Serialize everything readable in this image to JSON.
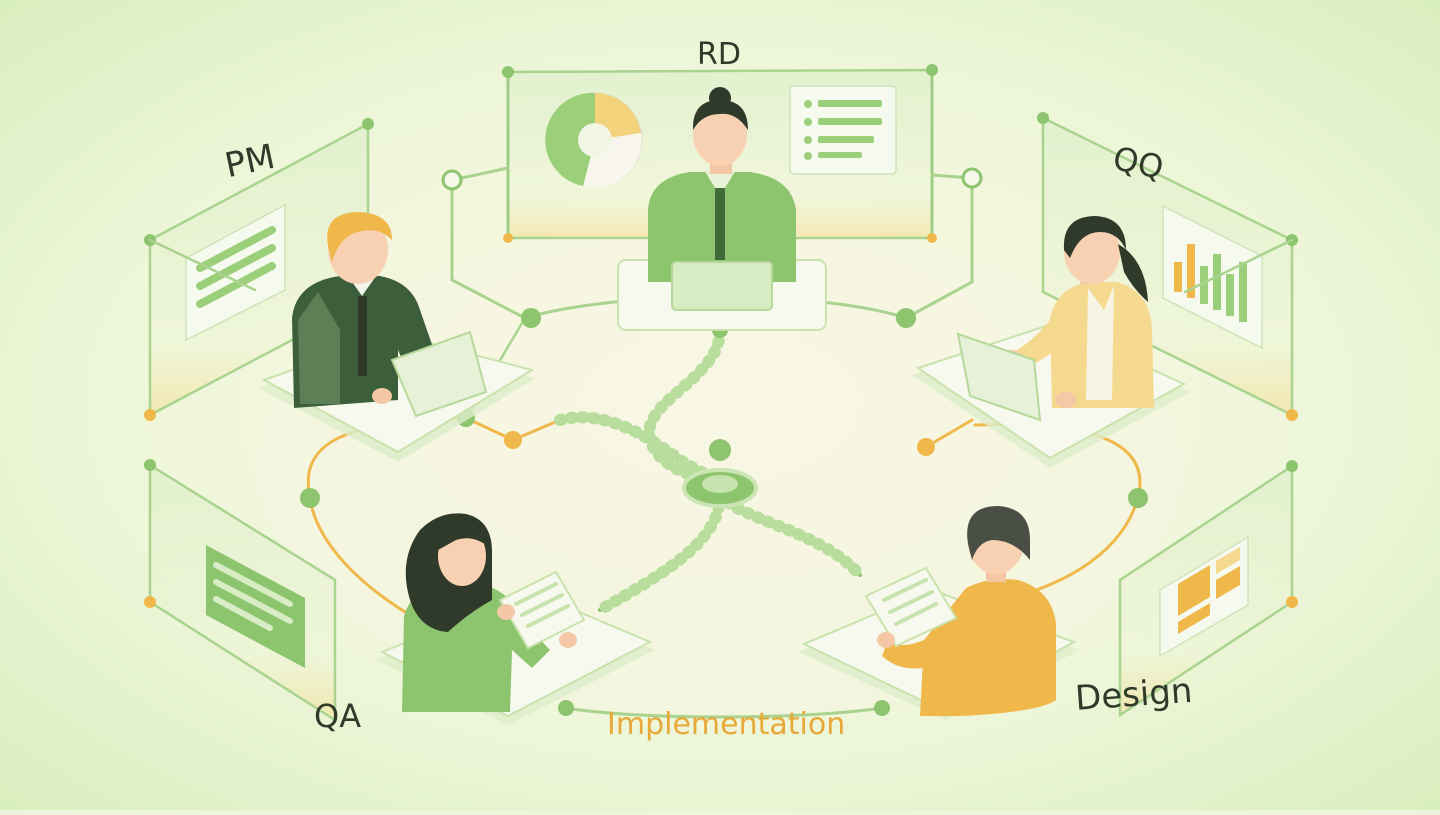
{
  "labels": {
    "rd": "RD",
    "pm": "PM",
    "qq": "QQ",
    "qa": "QA",
    "design": "Design",
    "implementation": "Implementation"
  },
  "colors": {
    "green_dark": "#3f6b3a",
    "green_mid": "#8dc46e",
    "green_light": "#c6e3ad",
    "yellow": "#f0b84a",
    "yellow_light": "#f5d98e",
    "text": "#2f3a2a",
    "accent_text": "#e6a93a"
  },
  "icons": [
    "pie-chart-icon",
    "list-document-icon",
    "bar-chart-icon",
    "text-lines-icon",
    "layout-blocks-icon",
    "hub-avatar-icon"
  ]
}
